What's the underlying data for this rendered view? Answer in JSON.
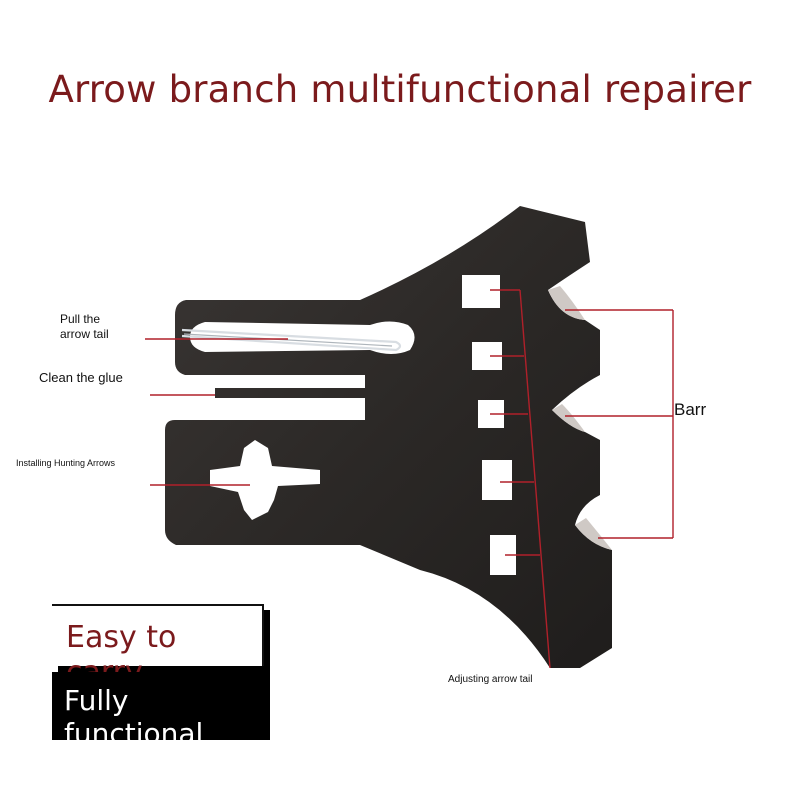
{
  "title": "Arrow branch multifunctional repairer",
  "annotations": {
    "pull_line1": "Pull the",
    "pull_line2": "arrow tail",
    "clean": "Clean the glue",
    "hunting": "Installing Hunting Arrows",
    "barr": "Barr",
    "adjust": "Adjusting arrow tail"
  },
  "badges": {
    "carry": "Easy to carry",
    "functional": "Fully functional"
  },
  "colors": {
    "title": "#7b1a1c",
    "metal": "#2d2a28",
    "leader": "#b0202a"
  }
}
